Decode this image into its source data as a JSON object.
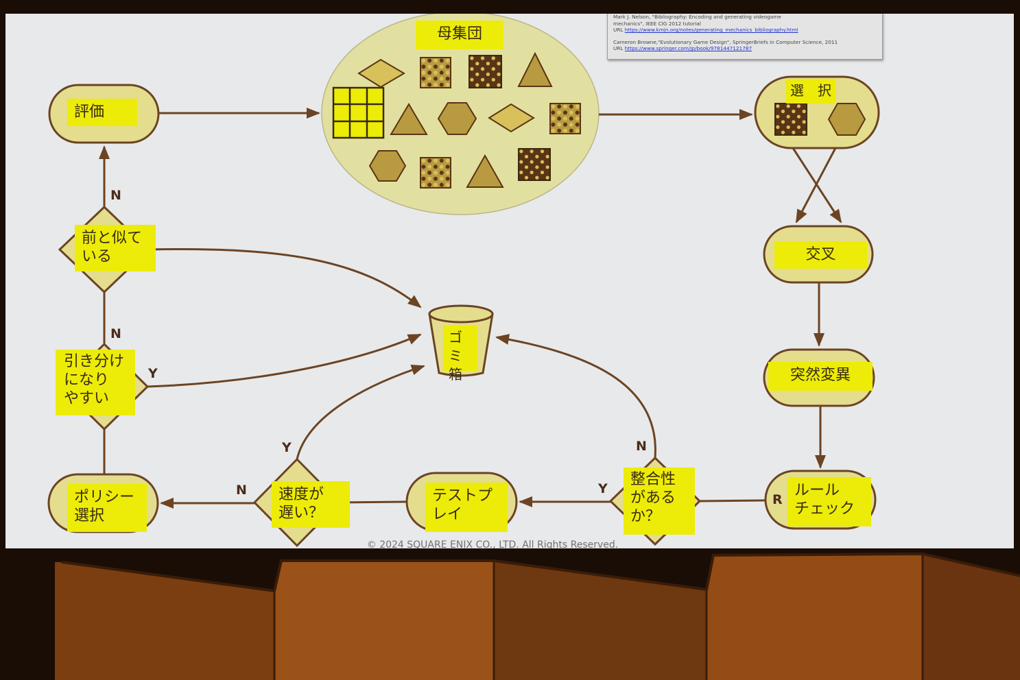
{
  "nodes": {
    "population": "母集団",
    "evaluation": "評価",
    "selection": "選　択",
    "crossover": "交叉",
    "mutation": "突然変異",
    "rule_check": "ルール\nチェック",
    "consistency": "整合性\nがある\nか？",
    "test_play": "テストプ\nレイ",
    "speed": "速度が\n遅い？",
    "policy_select": "ポリシー\n選択",
    "easy_draw": "引き分け\nになり\nやすい",
    "similar": "前と似て\nいる",
    "trash": "ゴミ\n箱"
  },
  "branch_labels": {
    "similar_no": "N",
    "draw_no": "N",
    "draw_yes": "Y",
    "speed_yes": "Y",
    "speed_no": "N",
    "consistency_no": "N",
    "consistency_yes": "Y",
    "rule_check_tag": "R"
  },
  "references": {
    "ref1_line1": "Mark J. Nelson, \"Bibliography: Encoding and generating videogame",
    "ref1_line2": "mechanics\", IEEE CIG 2012 tutorial",
    "ref1_url_prefix": "URL ",
    "ref1_url": "https://www.kmjn.org/notes/generating_mechanics_bibliography.html",
    "ref2_line1": "Cameron Browne,\"Evolutionary Game Design\", SpringerBriefs in Computer Science, 2011",
    "ref2_url_prefix": "URL ",
    "ref2_url": "https://www.springer.com/jp/book/9781447121787"
  },
  "footer": {
    "copyright": "© 2024 SQUARE ENIX CO., LTD. All Rights Reserved."
  },
  "colors": {
    "node_fill": "#e4dd8e",
    "node_stroke": "#6b4424",
    "label_bg": "#ecec08",
    "arrow": "#6b4424",
    "piece_dark": "#5a3416",
    "piece_light": "#d8c05a",
    "screen_bg": "#e8e9ea"
  }
}
